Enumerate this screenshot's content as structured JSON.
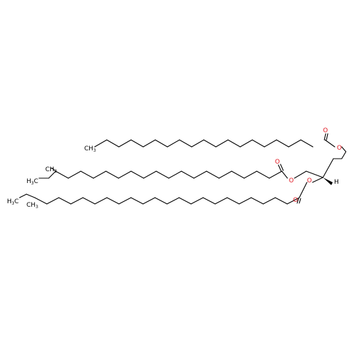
{
  "molecule": {
    "atom_colors": {
      "C": "#000000",
      "O": "#e0141e",
      "H": "#000000"
    },
    "labels": {
      "ch3_top": "CH",
      "ch3_top_sub": "3",
      "ch3_mid": "CH",
      "ch3_mid_sub": "3",
      "h3c_mid": "H",
      "h3c_mid_sub": "3",
      "h3c_mid_c": "C",
      "h3c_bot": "H",
      "h3c_bot_sub": "3",
      "h3c_bot_c": "C",
      "ch3_bot": "CH",
      "ch3_bot_sub": "3",
      "o_ester1": "O",
      "o_carbonyl1": "O",
      "o_ester2": "O",
      "o_carbonyl2": "O",
      "o_ester3": "O",
      "o_carbonyl3": "O",
      "h_stereo": "H"
    }
  }
}
